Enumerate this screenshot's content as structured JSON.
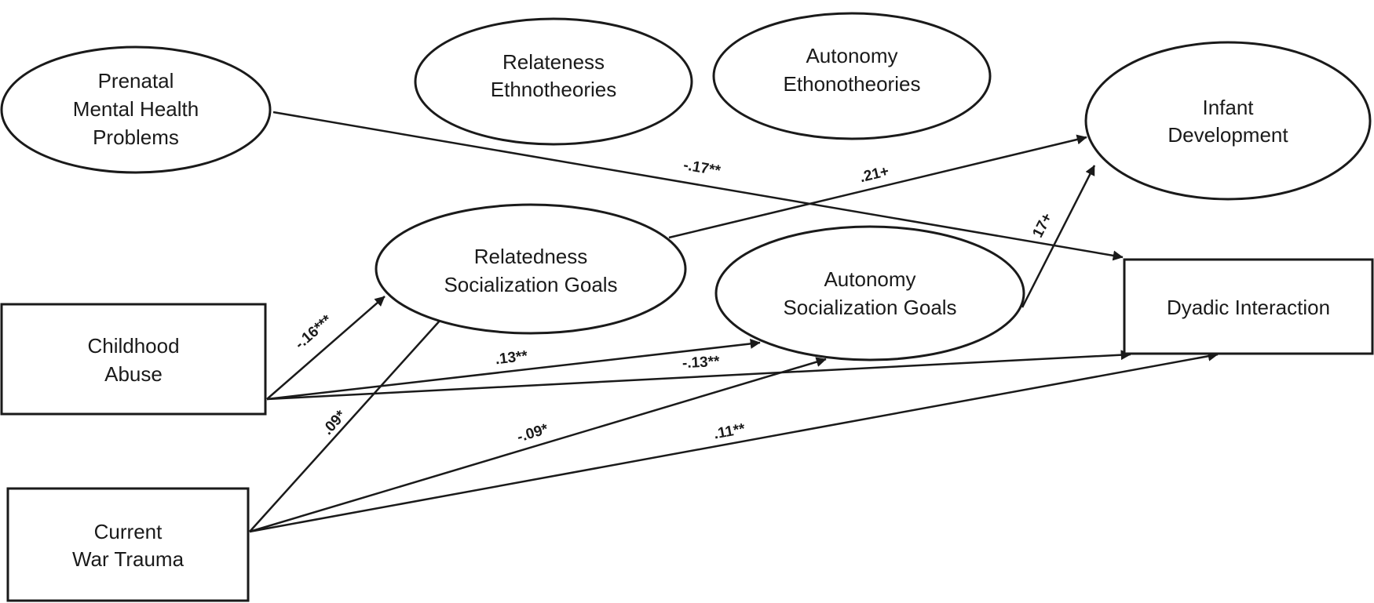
{
  "nodes": {
    "prenatal": {
      "lines": [
        "Prenatal",
        "Mental Health",
        "Problems"
      ]
    },
    "relateness_eth": {
      "lines": [
        "Relateness",
        "Ethnotheories"
      ]
    },
    "autonomy_eth": {
      "lines": [
        "Autonomy",
        "Ethonotheories"
      ]
    },
    "infant": {
      "lines": [
        "Infant",
        "Development"
      ]
    },
    "rel_goals": {
      "lines": [
        "Relatedness",
        "Socialization Goals"
      ]
    },
    "aut_goals": {
      "lines": [
        "Autonomy",
        "Socialization Goals"
      ]
    },
    "dyadic": {
      "lines": [
        "Dyadic Interaction"
      ]
    },
    "childhood": {
      "lines": [
        "Childhood",
        "Abuse"
      ]
    },
    "war": {
      "lines": [
        "Current",
        "War Trauma"
      ]
    }
  },
  "edges": [
    {
      "id": "prenatal-dyadic",
      "from": "prenatal",
      "to": "dyadic",
      "label": "-.17**"
    },
    {
      "id": "relgoals-infant",
      "from": "rel_goals",
      "to": "infant",
      "label": ".21+"
    },
    {
      "id": "autgoals-infant",
      "from": "aut_goals",
      "to": "infant",
      "label": "17+"
    },
    {
      "id": "childhood-relgoals",
      "from": "childhood",
      "to": "rel_goals",
      "label": "-.16***"
    },
    {
      "id": "childhood-autgoals",
      "from": "childhood",
      "to": "aut_goals",
      "label": ".13**"
    },
    {
      "id": "childhood-dyadic",
      "from": "childhood",
      "to": "dyadic",
      "label": "-.13**"
    },
    {
      "id": "war-relgoals",
      "from": "war",
      "to": "rel_goals",
      "label": ".09*"
    },
    {
      "id": "war-autgoals",
      "from": "war",
      "to": "aut_goals",
      "label": "-.09*"
    },
    {
      "id": "war-dyadic",
      "from": "war",
      "to": "dyadic",
      "label": ".11**"
    }
  ]
}
